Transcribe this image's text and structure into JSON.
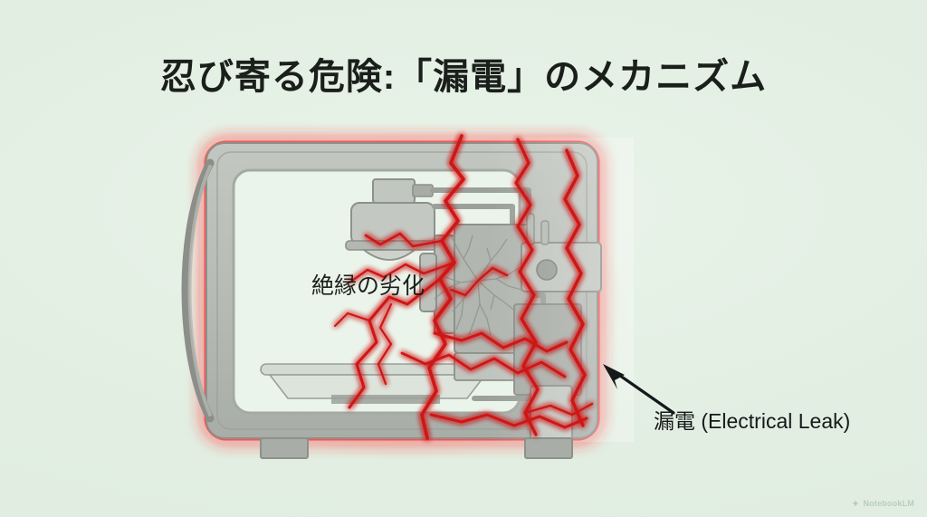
{
  "slide": {
    "background_color": "#e3efe3",
    "title": "忍び寄る危険:「漏電」のメカニズム"
  },
  "illustration": {
    "name": "microwave-oven-cutaway",
    "inner_label": "絶縁の劣化",
    "callout_label": "漏電 (Electrical Leak)",
    "glow_color": "#ff4040",
    "arc_color": "#cc1111",
    "body_color": "#b9bdb7",
    "interior_color": "#e9f3e9"
  },
  "watermark": {
    "text": "NotebookLM",
    "icon": "notebooklm-spark-icon"
  }
}
